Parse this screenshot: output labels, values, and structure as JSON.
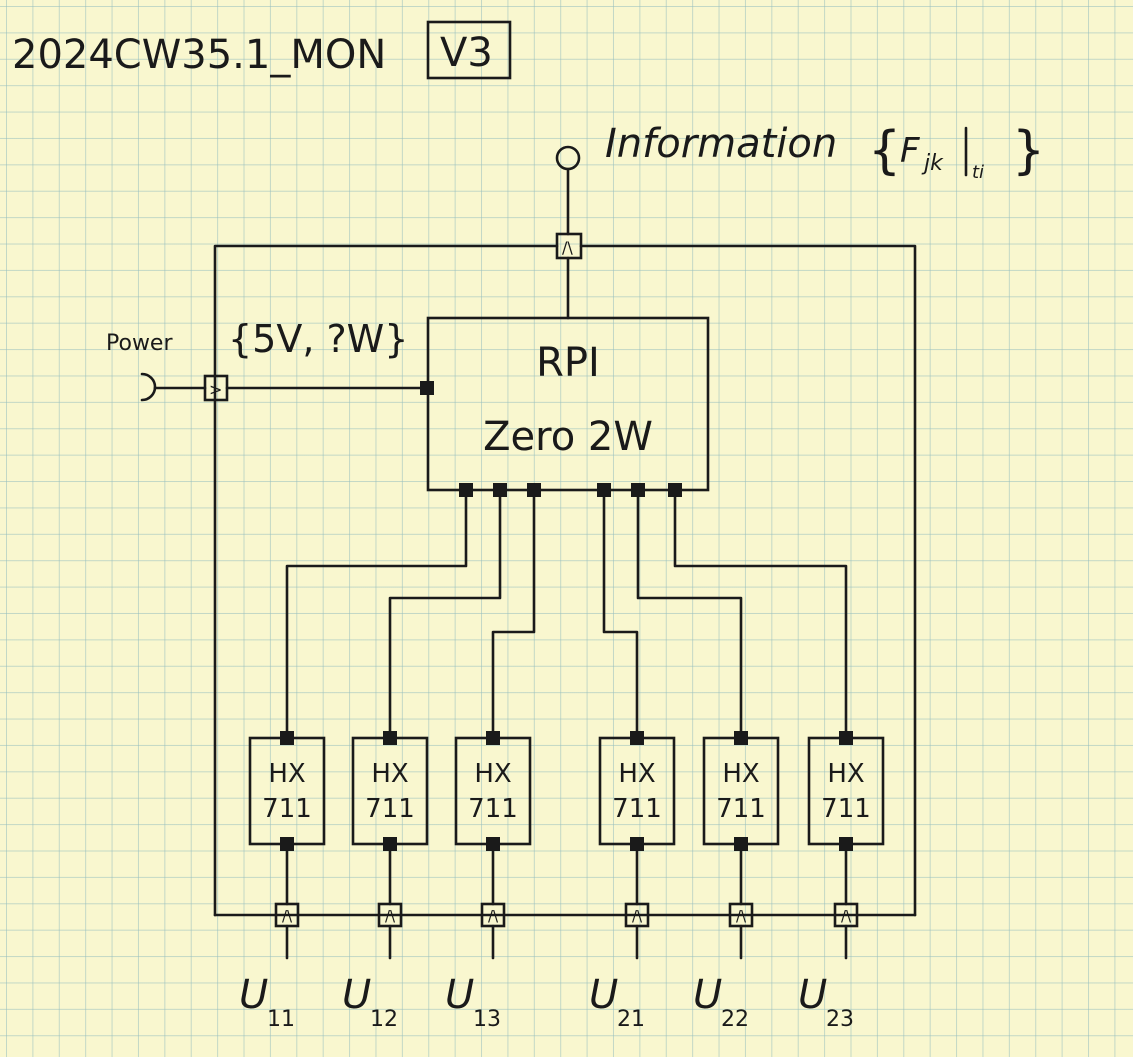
{
  "header": {
    "title": "2024CW35.1_MON",
    "version": "V3"
  },
  "information": {
    "label": "Information",
    "formula_main": "F",
    "formula_sub": "jk",
    "formula_bar_sub": "ti"
  },
  "power": {
    "label": "Power",
    "spec": "{5V, ?W}"
  },
  "controller": {
    "line1": "RPI",
    "line2": "Zero 2W"
  },
  "junction_symbol": "/\\",
  "modules": [
    {
      "line1": "HX",
      "line2": "711",
      "output": "U",
      "index": "11"
    },
    {
      "line1": "HX",
      "line2": "711",
      "output": "U",
      "index": "12"
    },
    {
      "line1": "HX",
      "line2": "711",
      "output": "U",
      "index": "13"
    },
    {
      "line1": "HX",
      "line2": "711",
      "output": "U",
      "index": "21"
    },
    {
      "line1": "HX",
      "line2": "711",
      "output": "U",
      "index": "22"
    },
    {
      "line1": "HX",
      "line2": "711",
      "output": "U",
      "index": "23"
    }
  ]
}
